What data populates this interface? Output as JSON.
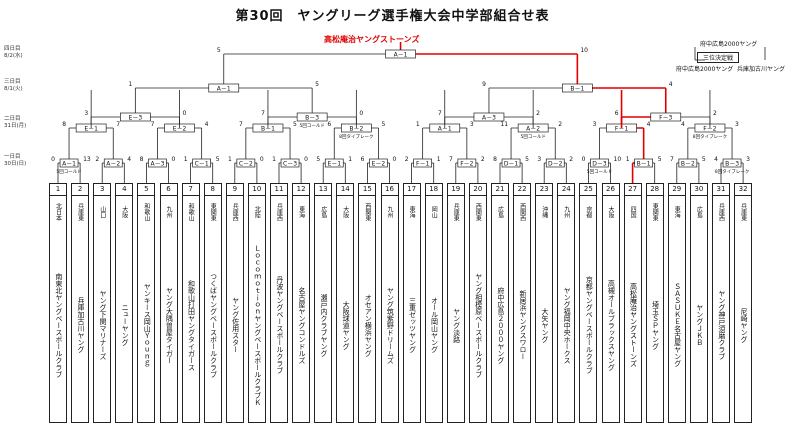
{
  "title": "第30回　ヤングリーグ選手権大会中学部組合せ表",
  "winner": "高松庵治ヤングストーンズ",
  "days": [
    {
      "label1": "四日目",
      "label2": "8/2(水)"
    },
    {
      "label1": "三日目",
      "label2": "8/1(火)"
    },
    {
      "label1": "二日目",
      "label2": "31日(月)"
    },
    {
      "label1": "一日目",
      "label2": "30日(日)"
    }
  ],
  "third_place": {
    "top": "府中広島2000ヤング",
    "box": "三位決定戦",
    "left": "府中広島2000ヤング",
    "right": "兵庫加古川ヤング"
  },
  "final": {
    "label": "A－1",
    "left_score": "5",
    "right_score": "10"
  },
  "semis": [
    {
      "label": "A－1",
      "left_score": "1",
      "right_score": "5"
    },
    {
      "label": "B－1",
      "left_score": "9",
      "right_score": "4"
    }
  ],
  "qf": [
    {
      "label": "E－3",
      "left_score": "3",
      "right_score": "0",
      "note": ""
    },
    {
      "label": "B－3",
      "left_score": "7",
      "right_score": "0",
      "note": "5回コールド"
    },
    {
      "label": "A－3",
      "left_score": "7",
      "right_score": "2",
      "note": ""
    },
    {
      "label": "F－3",
      "left_score": "6",
      "right_score": "2",
      "note": ""
    }
  ],
  "r16": [
    {
      "label": "E－1",
      "left_score": "8",
      "right_score": "7",
      "note": ""
    },
    {
      "label": "E－2",
      "left_score": "7",
      "right_score": "4",
      "note": ""
    },
    {
      "label": "B－1",
      "left_score": "7",
      "right_score": "5",
      "note": ""
    },
    {
      "label": "B－2",
      "left_score": "6",
      "right_score": "5",
      "note": "8回タイブレーク"
    },
    {
      "label": "A－1",
      "left_score": "1",
      "right_score": "3",
      "note": ""
    },
    {
      "label": "A－2",
      "left_score": "11",
      "right_score": "2",
      "note": "5回コールド"
    },
    {
      "label": "F－1",
      "left_score": "3",
      "right_score": "4",
      "note": ""
    },
    {
      "label": "F－2",
      "left_score": "4",
      "right_score": "3",
      "note": "8回タイブレーク"
    }
  ],
  "r32": [
    {
      "label": "A－1",
      "left_score": "0",
      "right_score": "13",
      "note": "5回コールド"
    },
    {
      "label": "A－2",
      "left_score": "2",
      "right_score": "4",
      "note": ""
    },
    {
      "label": "A－3",
      "left_score": "8",
      "right_score": "0",
      "note": ""
    },
    {
      "label": "C－1",
      "left_score": "1",
      "right_score": "5",
      "note": ""
    },
    {
      "label": "C－2",
      "left_score": "1",
      "right_score": "0",
      "note": ""
    },
    {
      "label": "C－3",
      "left_score": "1",
      "right_score": "0",
      "note": ""
    },
    {
      "label": "E－1",
      "left_score": "5",
      "right_score": "1",
      "note": ""
    },
    {
      "label": "E－2",
      "left_score": "6",
      "right_score": "0",
      "note": ""
    },
    {
      "label": "F－1",
      "left_score": "2",
      "right_score": "1",
      "note": ""
    },
    {
      "label": "F－2",
      "left_score": "7",
      "right_score": "2",
      "note": ""
    },
    {
      "label": "D－1",
      "left_score": "8",
      "right_score": "5",
      "note": ""
    },
    {
      "label": "D－2",
      "left_score": "3",
      "right_score": "2",
      "note": ""
    },
    {
      "label": "D－3",
      "left_score": "0",
      "right_score": "10",
      "note": "5回コールド"
    },
    {
      "label": "B－1",
      "left_score": "1",
      "right_score": "5",
      "note": ""
    },
    {
      "label": "B－2",
      "left_score": "7",
      "right_score": "5",
      "note": ""
    },
    {
      "label": "B－3",
      "left_score": "4",
      "right_score": "3",
      "note": "8回タイブレーク"
    }
  ],
  "teams": [
    {
      "num": "1",
      "region": "北日本",
      "name": "南東北ヤングベースボールクラブ"
    },
    {
      "num": "2",
      "region": "兵庫東",
      "name": "兵庫加古川ヤング"
    },
    {
      "num": "3",
      "region": "山口",
      "name": "ヤング下関マリナーズ"
    },
    {
      "num": "4",
      "region": "大阪",
      "name": "ニューヤング"
    },
    {
      "num": "5",
      "region": "和歌山",
      "name": "ヤンキース岡山Ｙｏｕｎｇ"
    },
    {
      "num": "6",
      "region": "九州",
      "name": "ヤング大隅曽屋タイガー"
    },
    {
      "num": "7",
      "region": "和歌山",
      "name": "和歌山打田ヤングタイガース"
    },
    {
      "num": "8",
      "region": "東関東",
      "name": "つくばヤングベースボールクラブ"
    },
    {
      "num": "9",
      "region": "兵庫西",
      "name": "ヤング佐用スター"
    },
    {
      "num": "10",
      "region": "北陸",
      "name": "ＬｏｃｏｍｏｔｉｏｎヤングベースボールクラブＫ"
    },
    {
      "num": "11",
      "region": "兵庫西",
      "name": "丹波ヤングベースボールクラブ"
    },
    {
      "num": "12",
      "region": "東海",
      "name": "名古屋ヤングコンドルズ"
    },
    {
      "num": "13",
      "region": "広島",
      "name": "瀬戸内クラブヤング"
    },
    {
      "num": "14",
      "region": "大阪",
      "name": "大阪球道ヤング"
    },
    {
      "num": "15",
      "region": "西関東",
      "name": "オセアン横浜ヤング"
    },
    {
      "num": "16",
      "region": "九州",
      "name": "ヤング筑紫野ドリームズ"
    },
    {
      "num": "17",
      "region": "東海",
      "name": "三重ゼッツヤング"
    },
    {
      "num": "18",
      "region": "岡山",
      "name": "オール岡山ヤング"
    },
    {
      "num": "19",
      "region": "兵庫東",
      "name": "ヤング淡路"
    },
    {
      "num": "20",
      "region": "西関東",
      "name": "ヤング相模原ベースボールクラブ"
    },
    {
      "num": "21",
      "region": "広島",
      "name": "府中広島２０００ヤング"
    },
    {
      "num": "22",
      "region": "西関西",
      "name": "新居浜ヤングスワロー"
    },
    {
      "num": "23",
      "region": "沖縄",
      "name": "大矢ヤング"
    },
    {
      "num": "24",
      "region": "九州",
      "name": "ヤング福岡中央ホークス"
    },
    {
      "num": "25",
      "region": "京都",
      "name": "京都ヤングベースボールクラブ"
    },
    {
      "num": "26",
      "region": "大阪",
      "name": "高槻オールブラックスヤング"
    },
    {
      "num": "27",
      "region": "四国",
      "name": "高松庵治ヤングストーンズ"
    },
    {
      "num": "28",
      "region": "東関東",
      "name": "埼玉ＳＰヤング"
    },
    {
      "num": "29",
      "region": "東海",
      "name": "ＳＡＳＵＫＥ名古屋ヤング"
    },
    {
      "num": "30",
      "region": "広島",
      "name": "ヤングＪＫＢ"
    },
    {
      "num": "31",
      "region": "兵庫西",
      "name": "ヤング神戸須磨クラブ"
    },
    {
      "num": "32",
      "region": "兵庫東",
      "name": "尼崎ヤング"
    }
  ]
}
